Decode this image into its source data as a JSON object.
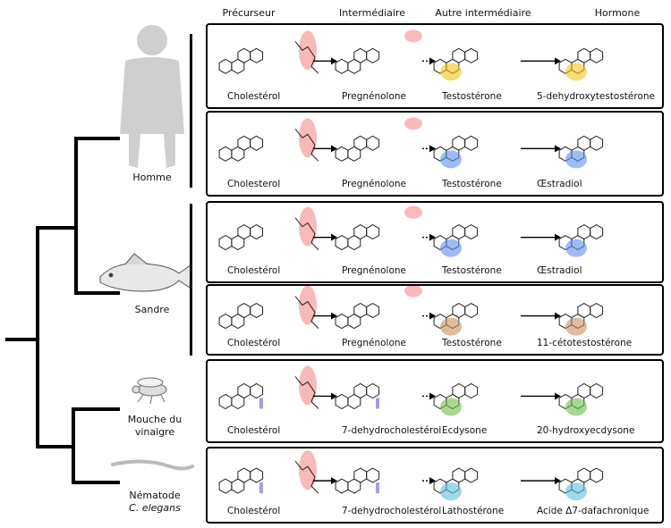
{
  "headers": {
    "precursor": "Précurseur",
    "intermediate": "Intermédiaire",
    "other_intermediate": "Autre intermédiaire",
    "hormone": "Hormone"
  },
  "organisms": {
    "human": "Homme",
    "zander": "Sandre",
    "fly": "Mouche du vinaigre",
    "nematode_name": "Nématode",
    "nematode_species": "C. elegans"
  },
  "rows": [
    {
      "precursor": "Cholestérol",
      "intermediate": "Pregnénolone",
      "other": "Testostérone",
      "hormone": "5-dehydroxytestostérone",
      "highlight": "#f5c518"
    },
    {
      "precursor": "Cholesterol",
      "intermediate": "Pregnénolone",
      "other": "Testostérone",
      "hormone": "Œstradiol",
      "highlight": "#5b8def"
    },
    {
      "precursor": "Cholestérol",
      "intermediate": "Pregnénolone",
      "other": "Testostérone",
      "hormone": "Œstradiol",
      "highlight": "#5b8def"
    },
    {
      "precursor": "Cholestérol",
      "intermediate": "Pregnénolone",
      "other": "Testostérone",
      "hormone": "11-cétotestostérone",
      "highlight": "#c8905c"
    },
    {
      "precursor": "Cholestérol",
      "intermediate": "7-dehydrocholestérol",
      "other": "Ecdysone",
      "hormone": "20-hydroxyecdysone",
      "highlight": "#6cc04a"
    },
    {
      "precursor": "Cholestérol",
      "intermediate": "7-dehydrocholestérol",
      "other": "Lathostérone",
      "hormone": "Acide Δ7-dafachronique",
      "highlight": "#5bc0d8"
    }
  ],
  "colors": {
    "side_chain": "#f08080",
    "purple": "#8a6fd1"
  }
}
